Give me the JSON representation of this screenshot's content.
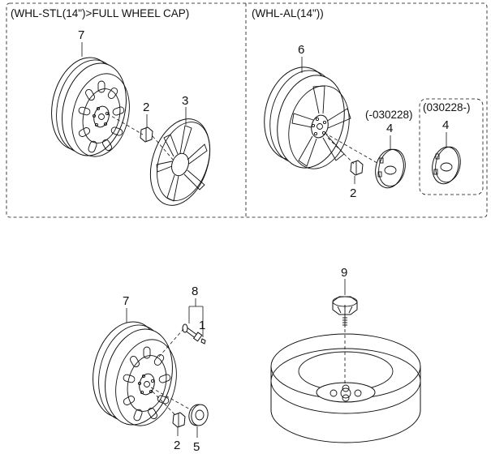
{
  "panels": {
    "steel": {
      "title": "(WHL-STL(14\")>FULL WHEEL CAP)"
    },
    "alloy": {
      "title": "(WHL-AL(14\"))"
    }
  },
  "callouts": {
    "wheel_steel_top": "7",
    "nut_top_left": "2",
    "full_wheel_cap": "3",
    "wheel_alloy": "6",
    "date_before": "(-030228)",
    "hub_cap_before": "4",
    "date_after": "(030228-)",
    "hub_cap_after": "4",
    "nut_alloy": "2",
    "wheel_steel_bottom": "7",
    "valve_assembly": "8",
    "valve_part": "1",
    "nut_bottom": "2",
    "center_cap": "5",
    "spare_tire_bolt": "9"
  }
}
